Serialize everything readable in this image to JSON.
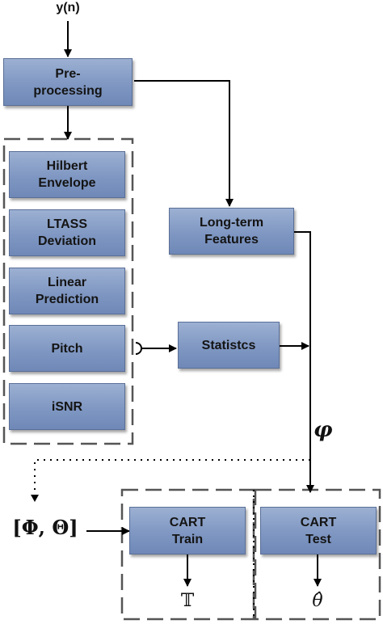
{
  "diagram": {
    "input_label": "y(n)",
    "nodes": {
      "preprocessing": "Pre-\nprocessing",
      "hilbert": "Hilbert\nEnvelope",
      "ltass": "LTASS\nDeviation",
      "linear_prediction": "Linear\nPrediction",
      "pitch": "Pitch",
      "isnr": "iSNR",
      "long_term": "Long-term\nFeatures",
      "statistics": "Statistcs",
      "cart_train": "CART\nTrain",
      "cart_test": "CART\nTest"
    },
    "phi_label": "φ",
    "param_label": "[Φ, Θ]",
    "train_output": "𝕋",
    "test_output": "θ̂"
  },
  "colors": {
    "box_fill": "#8099c4",
    "line": "#000000",
    "dashed_border": "#555555"
  }
}
